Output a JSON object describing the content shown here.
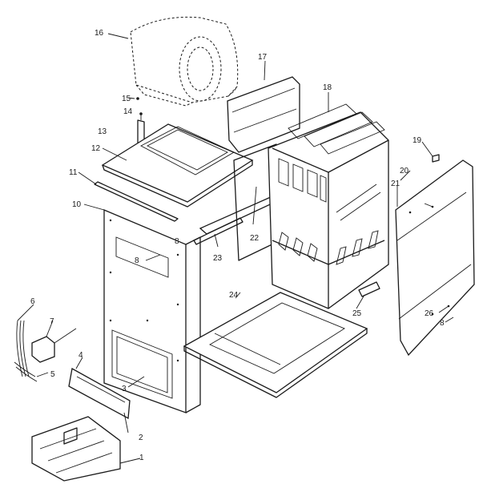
{
  "callouts": [
    {
      "id": "c1",
      "text": "1"
    },
    {
      "id": "c2",
      "text": "2"
    },
    {
      "id": "c3",
      "text": "3"
    },
    {
      "id": "c4",
      "text": "4"
    },
    {
      "id": "c5",
      "text": "5"
    },
    {
      "id": "c6",
      "text": "6"
    },
    {
      "id": "c7",
      "text": "7"
    },
    {
      "id": "c8a",
      "text": "8"
    },
    {
      "id": "c8b",
      "text": "8"
    },
    {
      "id": "c8c",
      "text": "8"
    },
    {
      "id": "c10",
      "text": "10"
    },
    {
      "id": "c11",
      "text": "11"
    },
    {
      "id": "c12",
      "text": "12"
    },
    {
      "id": "c13",
      "text": "13"
    },
    {
      "id": "c14",
      "text": "14"
    },
    {
      "id": "c15",
      "text": "15"
    },
    {
      "id": "c16",
      "text": "16"
    },
    {
      "id": "c17",
      "text": "17"
    },
    {
      "id": "c18",
      "text": "18"
    },
    {
      "id": "c19",
      "text": "19"
    },
    {
      "id": "c20",
      "text": "20"
    },
    {
      "id": "c21",
      "text": "21"
    },
    {
      "id": "c22",
      "text": "22"
    },
    {
      "id": "c23",
      "text": "23"
    },
    {
      "id": "c24",
      "text": "24"
    },
    {
      "id": "c25",
      "text": "25"
    },
    {
      "id": "c26",
      "text": "26"
    }
  ]
}
